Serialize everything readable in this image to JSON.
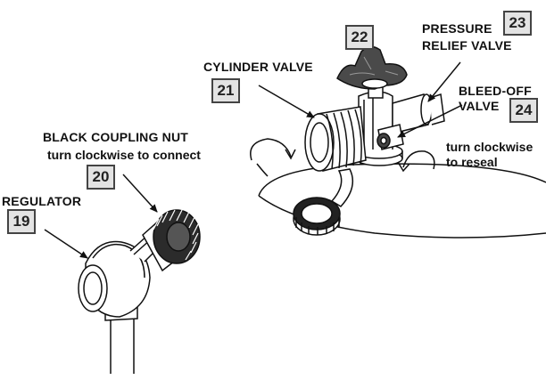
{
  "labels": {
    "regulator": "REGULATOR",
    "coupling_nut": "BLACK COUPLING NUT",
    "coupling_instruction": "turn clockwise to connect",
    "cylinder_valve": "CYLINDER VALVE",
    "pressure_relief_line1": "PRESSURE",
    "pressure_relief_line2": "RELIEF VALVE",
    "bleed_off_line1": "BLEED-OFF",
    "bleed_off_line2": "VALVE",
    "reseal_line1": "turn clockwise",
    "reseal_line2": "to reseal"
  },
  "numbers": {
    "regulator": "19",
    "coupling_nut": "20",
    "cylinder_valve": "21",
    "handwheel": "22",
    "pressure_relief": "23",
    "bleed_off": "24"
  }
}
